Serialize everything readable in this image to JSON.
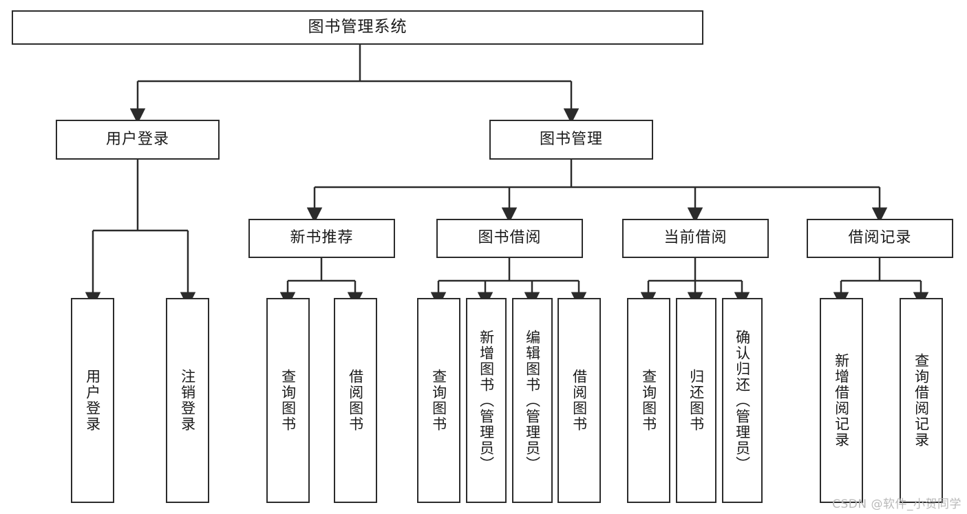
{
  "diagram": {
    "title": "图书管理系统",
    "type": "tree-hierarchy-chart",
    "watermark": "CSDN @软件_小贺同学",
    "colors": {
      "border": "#2b2b2b",
      "background": "#ffffff",
      "text": "#1a1a1a",
      "watermark": "#b9b9b9"
    },
    "levels": {
      "level0": [
        {
          "label": "图书管理系统"
        }
      ],
      "level1": [
        {
          "label": "用户登录"
        },
        {
          "label": "图书管理"
        }
      ],
      "level2": [
        {
          "label": "新书推荐"
        },
        {
          "label": "图书借阅"
        },
        {
          "label": "当前借阅"
        },
        {
          "label": "借阅记录"
        }
      ],
      "level3": [
        {
          "label": "用户登录",
          "parent": "用户登录"
        },
        {
          "label": "注销登录",
          "parent": "用户登录"
        },
        {
          "label": "查询图书",
          "parent": "新书推荐"
        },
        {
          "label": "借阅图书",
          "parent": "新书推荐"
        },
        {
          "label": "查询图书",
          "parent": "图书借阅"
        },
        {
          "label": "新增图书（管理员）",
          "parent": "图书借阅"
        },
        {
          "label": "编辑图书（管理员）",
          "parent": "图书借阅"
        },
        {
          "label": "借阅图书",
          "parent": "图书借阅"
        },
        {
          "label": "查询图书",
          "parent": "当前借阅"
        },
        {
          "label": "归还图书",
          "parent": "当前借阅"
        },
        {
          "label": "确认归还（管理员）",
          "parent": "当前借阅"
        },
        {
          "label": "新增借阅记录",
          "parent": "借阅记录"
        },
        {
          "label": "查询借阅记录",
          "parent": "借阅记录"
        }
      ]
    }
  }
}
